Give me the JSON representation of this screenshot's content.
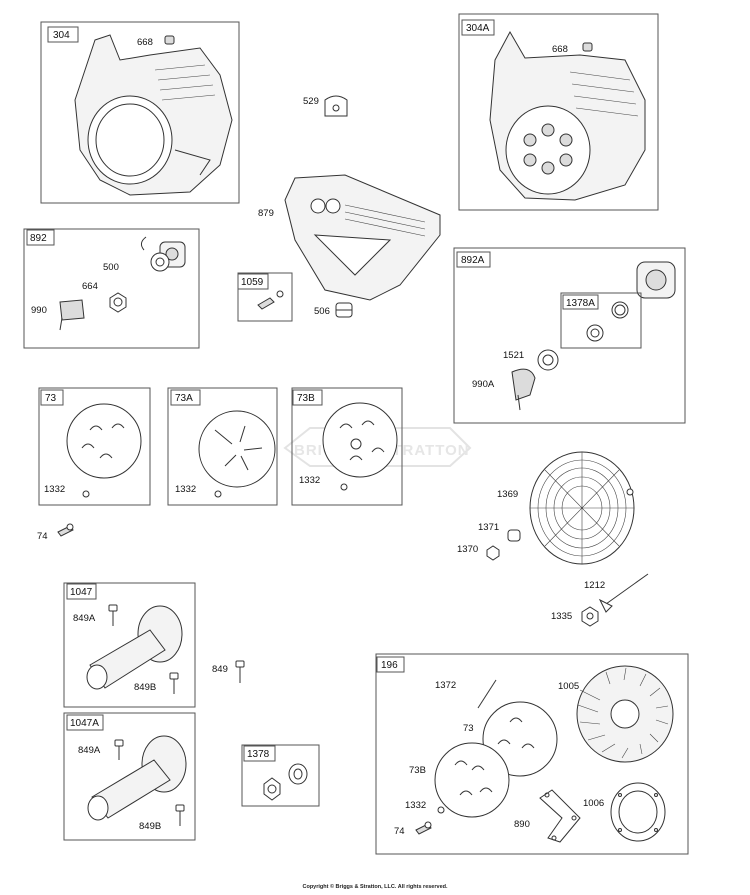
{
  "boxes": {
    "b304": "304",
    "b304A": "304A",
    "b892": "892",
    "b1059": "1059",
    "b892A": "892A",
    "b1378A": "1378A",
    "b73": "73",
    "b73A": "73A",
    "b73B": "73B",
    "b1047": "1047",
    "b1047A": "1047A",
    "b1378": "1378",
    "b196": "196"
  },
  "labels": {
    "l668a": "668",
    "l668b": "668",
    "l529": "529",
    "l879": "879",
    "l500": "500",
    "l664": "664",
    "l990": "990",
    "l506": "506",
    "l1521": "1521",
    "l990A": "990A",
    "l1332a": "1332",
    "l1332b": "1332",
    "l1332c": "1332",
    "l74a": "74",
    "l1369": "1369",
    "l1371": "1371",
    "l1370": "1370",
    "l1212": "1212",
    "l1335": "1335",
    "l849Aa": "849A",
    "l849Ba": "849B",
    "l849": "849",
    "l849Ab": "849A",
    "l849Bb": "849B",
    "l1372": "1372",
    "l1005": "1005",
    "l73in": "73",
    "l73Bin": "73B",
    "l1332d": "1332",
    "l74b": "74",
    "l890": "890",
    "l1006": "1006"
  },
  "watermark": "BRIGGS & STRATTON",
  "copyright": "Copyright © Briggs & Stratton, LLC. All rights reserved."
}
